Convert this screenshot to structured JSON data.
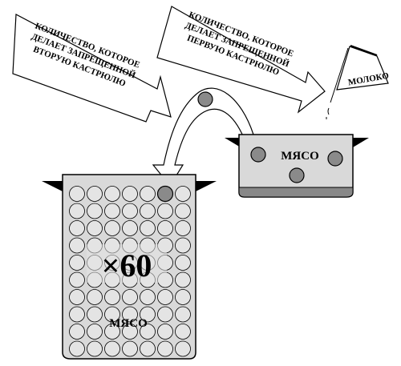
{
  "arrows": {
    "left": [
      "КОЛИЧЕСТВО, КОТОРОЕ",
      "ДЕЛАЕТ ЗАПРЕЩЕННОЙ",
      "ВТОРУЮ КАСТРЮЛЮ"
    ],
    "right": [
      "КОЛИЧЕСТВО, КОТОРОЕ",
      "ДЕЛАЕТ ЗАПРЕЩЕННОЙ",
      "ПЕРВУЮ КАСТРЮЛЮ"
    ]
  },
  "milk_flag": {
    "label": "МОЛОКО"
  },
  "small_pot": {
    "label": "МЯСО"
  },
  "big_pot": {
    "multiplier": "×60",
    "label": "МЯСО"
  },
  "colors": {
    "pot_fill": "#d9d9d9",
    "ball_fill": "#8a8a8a",
    "highlight_ball": "#8a8a8a",
    "pot_bottom": "#888888"
  }
}
